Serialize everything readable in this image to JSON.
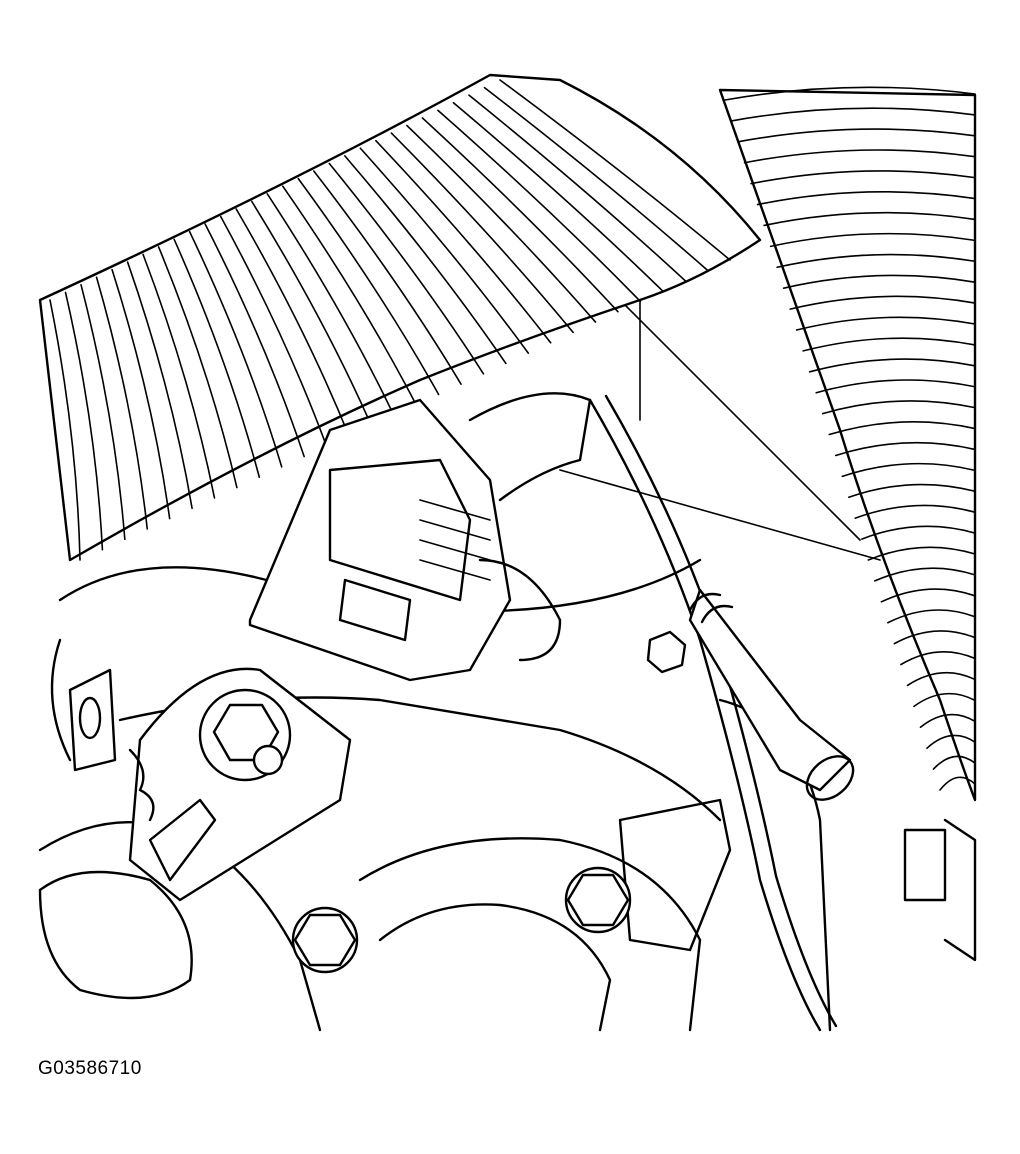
{
  "figure": {
    "code": "G03586710",
    "ink_color": "#000000",
    "paper_color": "#ffffff",
    "parts": [
      "corrugated-conduit-upper",
      "corrugated-conduit-right",
      "harness-connector",
      "mounting-bracket",
      "hex-bolts",
      "ground-terminal",
      "wire-lead",
      "hose-fitting",
      "housing"
    ]
  }
}
